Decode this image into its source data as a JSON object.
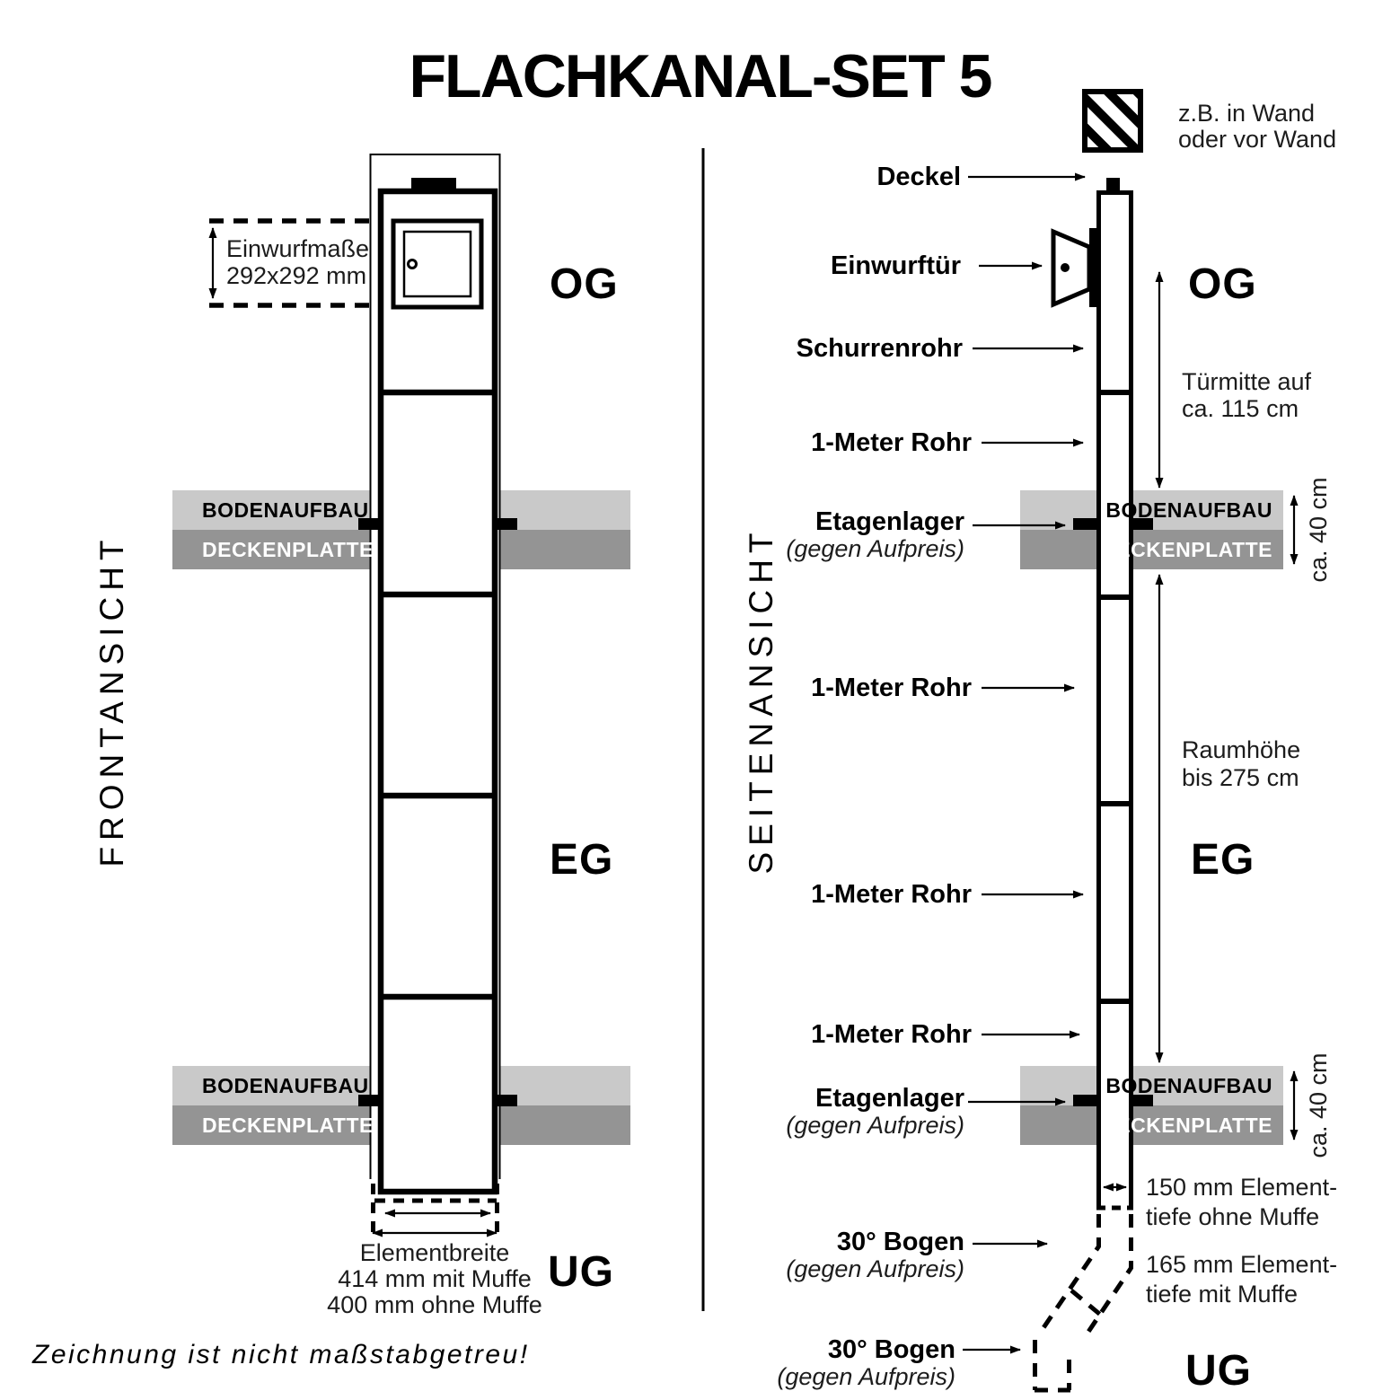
{
  "title": "FLACHKANAL-SET 5",
  "footnote": "Zeichnung ist nicht maßstabgetreu!",
  "floors": {
    "og": "OG",
    "eg": "EG",
    "ug": "UG"
  },
  "slab": {
    "top": "BODENAUFBAU",
    "bottom": "DECKENPLATTE",
    "height_note": "ca. 40 cm"
  },
  "front_view": {
    "heading": "FRONTANSICHT",
    "inlet_size": {
      "line1": "Einwurfmaße",
      "line2": "292x292 mm"
    },
    "element_width": {
      "line1": "Elementbreite",
      "line2": "414 mm mit Muffe",
      "line3": "400 mm ohne Muffe"
    }
  },
  "side_view": {
    "heading": "SEITENANSICHT",
    "wall_note": {
      "line1": "z.B. in Wand",
      "line2": "oder vor Wand"
    },
    "labels": {
      "deckel": "Deckel",
      "einwurftuer": "Einwurftür",
      "schurrenrohr": "Schurrenrohr",
      "meter_rohr": "1-Meter Rohr",
      "etagenlager": "Etagenlager",
      "aufpreis": "(gegen Aufpreis)",
      "bogen": "30° Bogen"
    },
    "dims": {
      "tuermitte": {
        "line1": "Türmitte auf",
        "line2": "ca. 115 cm"
      },
      "raumhoehe": {
        "line1": "Raumhöhe",
        "line2": "bis 275 cm"
      },
      "tiefe_ohne": {
        "line1": "150 mm Element-",
        "line2": "tiefe ohne Muffe"
      },
      "tiefe_mit": {
        "line1": "165 mm Element-",
        "line2": "tiefe mit Muffe"
      }
    }
  },
  "colors": {
    "slab_light": "#c9c9c9",
    "slab_dark": "#949494",
    "ink": "#000000"
  }
}
